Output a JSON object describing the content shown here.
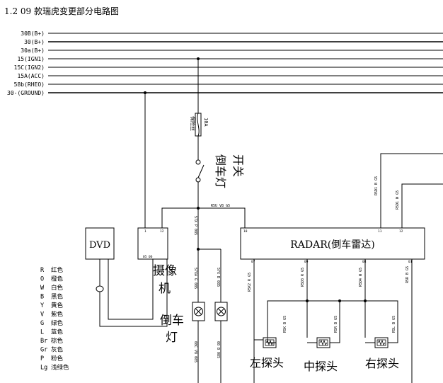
{
  "title": "1.2   09 款瑞虎变更部分电路图",
  "buses": [
    "30B(B+)",
    "30(B+)",
    "30a(B+)",
    "15(IGN1)",
    "15C(IGN2)",
    "15A(ACC)",
    "58b(RHEO)",
    "30-(GROUND)"
  ],
  "fuse": {
    "label": "保险丝",
    "rating": "10A"
  },
  "switch_label": [
    "倒车灯",
    "开关"
  ],
  "components": {
    "dvd": "DVD",
    "camera": [
      "摄像",
      "机"
    ],
    "lamp": [
      "倒车",
      "灯"
    ],
    "radar": "RADAR(倒车雷达)",
    "sensor_left": "左探头",
    "sensor_mid": "中探头",
    "sensor_right": "右探头"
  },
  "pins": {
    "cam_top_l": "1",
    "cam_top_r": "12",
    "cam_bot_l": "05",
    "cam_bot_r": "06",
    "radar_in": "10",
    "radar_c1": "11",
    "radar_c2": "12",
    "radar_b1": "07",
    "radar_b2": "09",
    "radar_b3": "08",
    "radar_b4": "01"
  },
  "wires": {
    "w_top": "R5U V8 G5",
    "w_cam_drop": "57X P 085",
    "w_lamp_l": "57XA G 085",
    "w_lamp_r": "57X B 085",
    "w_lamp_l_bot": "08C V8 085",
    "w_lamp_r_bot": "08 B 085",
    "w_r1": "R5D1 B G5",
    "w_r2": "R5D1 W G5",
    "w_s1": "R5K2 R G5",
    "w_s1b": "R5K B G5",
    "w_s2": "R5D3 R G5",
    "w_s2b": "R5R B G5",
    "w_s3": "R5D4 W G5",
    "w_s3b": "R5L B G5",
    "w_s4": "R5R B G5"
  },
  "legend": [
    {
      "code": "R",
      "name": "红色"
    },
    {
      "code": "O",
      "name": "橙色"
    },
    {
      "code": "W",
      "name": "白色"
    },
    {
      "code": "B",
      "name": "黑色"
    },
    {
      "code": "Y",
      "name": "黄色"
    },
    {
      "code": "V",
      "name": "紫色"
    },
    {
      "code": "G",
      "name": "绿色"
    },
    {
      "code": "L",
      "name": "蓝色"
    },
    {
      "code": "Br",
      "name": "棕色"
    },
    {
      "code": "Gr",
      "name": "灰色"
    },
    {
      "code": "P",
      "name": "粉色"
    },
    {
      "code": "Lg",
      "name": "浅绿色"
    }
  ]
}
